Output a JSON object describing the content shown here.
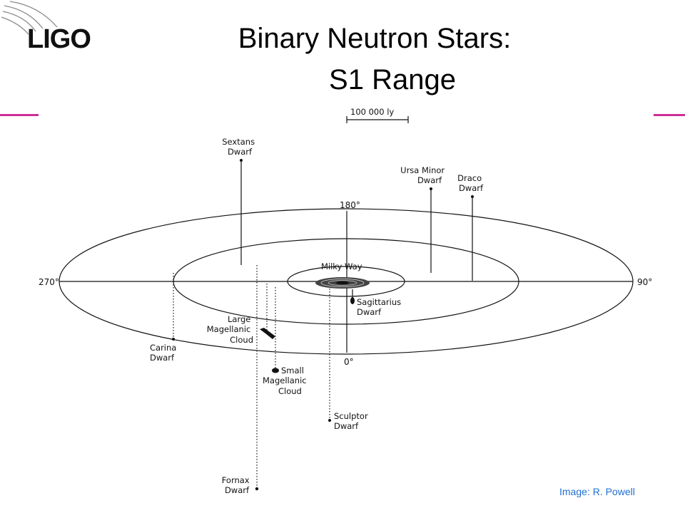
{
  "logo": {
    "text": "LIGO"
  },
  "title": {
    "line1": "Binary Neutron Stars:",
    "line2": "S1 Range"
  },
  "scale_bar": {
    "label": "100 000 ly"
  },
  "compass": {
    "top": "180°",
    "left": "270°",
    "right": "90°",
    "bottom": "0°"
  },
  "center": {
    "label": "Milky Way"
  },
  "objects": {
    "sextans": [
      "Sextans",
      "Dwarf"
    ],
    "ursa_minor": [
      "Ursa Minor",
      "Dwarf"
    ],
    "draco": [
      "Draco",
      "Dwarf"
    ],
    "sagittarius": [
      "Sagittarius",
      "Dwarf"
    ],
    "lmc": [
      "Large",
      "Magellanic",
      "Cloud"
    ],
    "carina": [
      "Carina",
      "Dwarf"
    ],
    "smc": [
      "Small",
      "Magellanic",
      "Cloud"
    ],
    "sculptor": [
      "Sculptor",
      "Dwarf"
    ],
    "fornax": [
      "Fornax",
      "Dwarf"
    ]
  },
  "credit": {
    "text": "Image: R. Powell"
  },
  "colors": {
    "accent": "#cc2e98",
    "credit": "#1f6fd1",
    "ink": "#111111"
  }
}
